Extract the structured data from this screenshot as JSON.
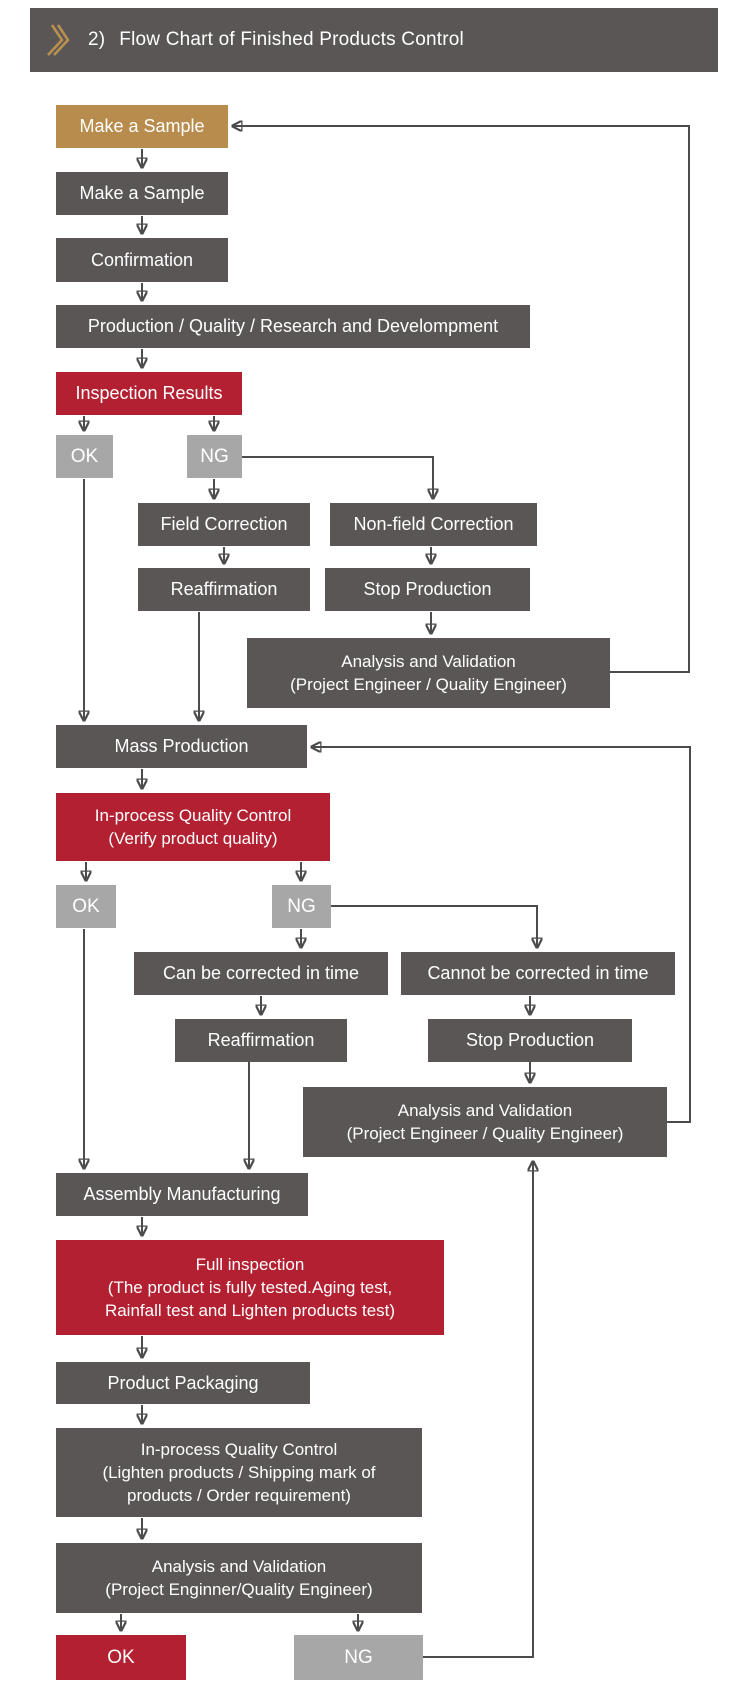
{
  "header": {
    "title_number": "2)",
    "title_text": "Flow Chart of Finished Products Control",
    "chevron_icon": "double-chevron-right-icon"
  },
  "colors": {
    "header_bg": "#5a5656",
    "node_dark": "#5a5656",
    "node_red": "#b32031",
    "node_gold": "#b78c4c",
    "node_lightgray": "#a7a7a7",
    "connector": "#4c4c4c",
    "text": "#ffffff",
    "background": "#ffffff"
  },
  "nodes": {
    "make_sample_1": {
      "label": "Make a Sample",
      "variant": "gold"
    },
    "make_sample_2": {
      "label": "Make a Sample",
      "variant": "dark"
    },
    "confirmation": {
      "label": "Confirmation",
      "variant": "dark"
    },
    "production": {
      "label": "Production / Quality / Research and Develompment",
      "variant": "dark"
    },
    "inspection_results": {
      "label": "Inspection Results",
      "variant": "red"
    },
    "ok1": {
      "label": "OK",
      "variant": "lightgray"
    },
    "ng1": {
      "label": "NG",
      "variant": "lightgray"
    },
    "field_correction": {
      "label": "Field Correction",
      "variant": "dark"
    },
    "non_field_correction": {
      "label": "Non-field Correction",
      "variant": "dark"
    },
    "reaffirmation1": {
      "label": "Reaffirmation",
      "variant": "dark"
    },
    "stop_production1": {
      "label": "Stop Production",
      "variant": "dark"
    },
    "analysis1": {
      "label": "Analysis and Validation\n(Project Engineer / Quality Engineer)",
      "variant": "dark"
    },
    "mass_production": {
      "label": "Mass Production",
      "variant": "dark"
    },
    "qc2": {
      "label": "In-process Quality Control\n(Verify product quality)",
      "variant": "red"
    },
    "ok2": {
      "label": "OK",
      "variant": "lightgray"
    },
    "ng2": {
      "label": "NG",
      "variant": "lightgray"
    },
    "can_corrected": {
      "label": "Can be corrected in time",
      "variant": "dark"
    },
    "cannot_corrected": {
      "label": "Cannot be corrected in time",
      "variant": "dark"
    },
    "reaffirmation2": {
      "label": "Reaffirmation",
      "variant": "dark"
    },
    "stop_production2": {
      "label": "Stop Production",
      "variant": "dark"
    },
    "analysis2": {
      "label": "Analysis and Validation\n(Project Engineer / Quality Engineer)",
      "variant": "dark"
    },
    "assembly": {
      "label": "Assembly Manufacturing",
      "variant": "dark"
    },
    "full_inspection": {
      "label": "Full inspection\n(The product is fully tested.Aging test,\nRainfall test and Lighten products test)",
      "variant": "red"
    },
    "product_packaging": {
      "label": "Product Packaging",
      "variant": "dark"
    },
    "qc3": {
      "label": "In-process Quality Control\n(Lighten products / Shipping mark of\nproducts / Order requirement)",
      "variant": "dark"
    },
    "analysis3": {
      "label": "Analysis and Validation\n(Project Enginner/Quality Engineer)",
      "variant": "dark"
    },
    "ok3": {
      "label": "OK",
      "variant": "red"
    },
    "ng3": {
      "label": "NG",
      "variant": "lightgray"
    }
  },
  "edges": [
    [
      "make_sample_1",
      "make_sample_2"
    ],
    [
      "make_sample_2",
      "confirmation"
    ],
    [
      "confirmation",
      "production"
    ],
    [
      "production",
      "inspection_results"
    ],
    [
      "inspection_results",
      "ok1"
    ],
    [
      "inspection_results",
      "ng1"
    ],
    [
      "ng1",
      "field_correction"
    ],
    [
      "ng1",
      "non_field_correction"
    ],
    [
      "field_correction",
      "reaffirmation1"
    ],
    [
      "non_field_correction",
      "stop_production1"
    ],
    [
      "stop_production1",
      "analysis1"
    ],
    [
      "ok1",
      "mass_production"
    ],
    [
      "reaffirmation1",
      "mass_production"
    ],
    [
      "analysis1",
      "make_sample_1"
    ],
    [
      "mass_production",
      "qc2"
    ],
    [
      "qc2",
      "ok2"
    ],
    [
      "qc2",
      "ng2"
    ],
    [
      "ng2",
      "can_corrected"
    ],
    [
      "ng2",
      "cannot_corrected"
    ],
    [
      "can_corrected",
      "reaffirmation2"
    ],
    [
      "cannot_corrected",
      "stop_production2"
    ],
    [
      "stop_production2",
      "analysis2"
    ],
    [
      "analysis2",
      "mass_production"
    ],
    [
      "ok2",
      "assembly"
    ],
    [
      "reaffirmation2",
      "assembly"
    ],
    [
      "assembly",
      "full_inspection"
    ],
    [
      "full_inspection",
      "product_packaging"
    ],
    [
      "product_packaging",
      "qc3"
    ],
    [
      "qc3",
      "analysis3"
    ],
    [
      "analysis3",
      "ok3"
    ],
    [
      "analysis3",
      "ng3"
    ],
    [
      "ng3",
      "analysis2"
    ]
  ]
}
